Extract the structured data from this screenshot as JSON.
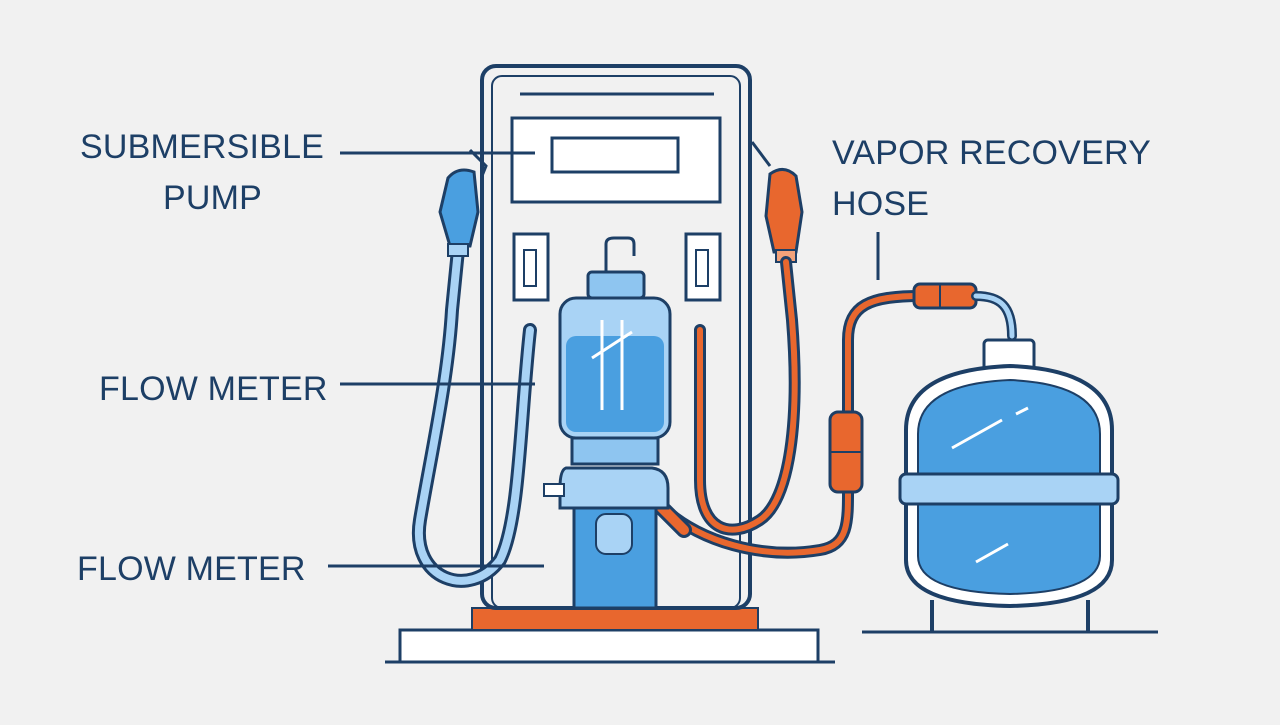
{
  "labels": {
    "submersible_pump_line1": "SUBMERSIBLE",
    "submersible_pump_line2": "PUMP",
    "flow_meter_top": "FLOW METER",
    "flow_meter_bottom": "FLOW METER",
    "vapor_recovery_line1": "VAPOR RECOVERY",
    "vapor_recovery_line2": "HOSE"
  },
  "colors": {
    "background": "#f1f1f1",
    "outline": "#1d3f66",
    "fluid_blue": "#4a9fe0",
    "light_blue": "#a9d3f5",
    "accent_orange": "#e8672e"
  }
}
